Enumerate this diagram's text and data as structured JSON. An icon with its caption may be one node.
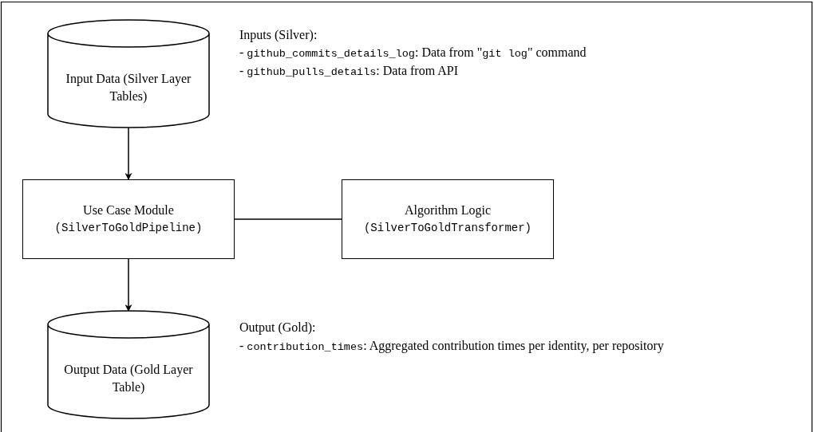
{
  "diagram": {
    "nodes": [
      {
        "text": [
          "Input Data (Silver Layer Tables)"
        ]
      },
      {
        "text": [
          "Use Case Module",
          "(SilverToGoldPipeline)"
        ]
      },
      {
        "text": [
          "Algorithm Logic",
          "(SilverToGoldTransformer)"
        ]
      },
      {
        "text": [
          "Output Data (Gold Layer Table)"
        ]
      }
    ],
    "edges": [
      {
        "from": 0,
        "to": 1,
        "arrow": "to"
      },
      {
        "from": 1,
        "to": 3,
        "arrow": "to"
      },
      {
        "from": 1,
        "to": 2,
        "arrow": "none"
      }
    ],
    "labels": [
      "Inputs (Silver):",
      "- github_commits_details_log: Data from \"git log\" command",
      "- github_pulls_details: Data from API",
      "Output (Gold):",
      "- contribution_times: Aggregated contribution times per identity, per repository"
    ]
  }
}
